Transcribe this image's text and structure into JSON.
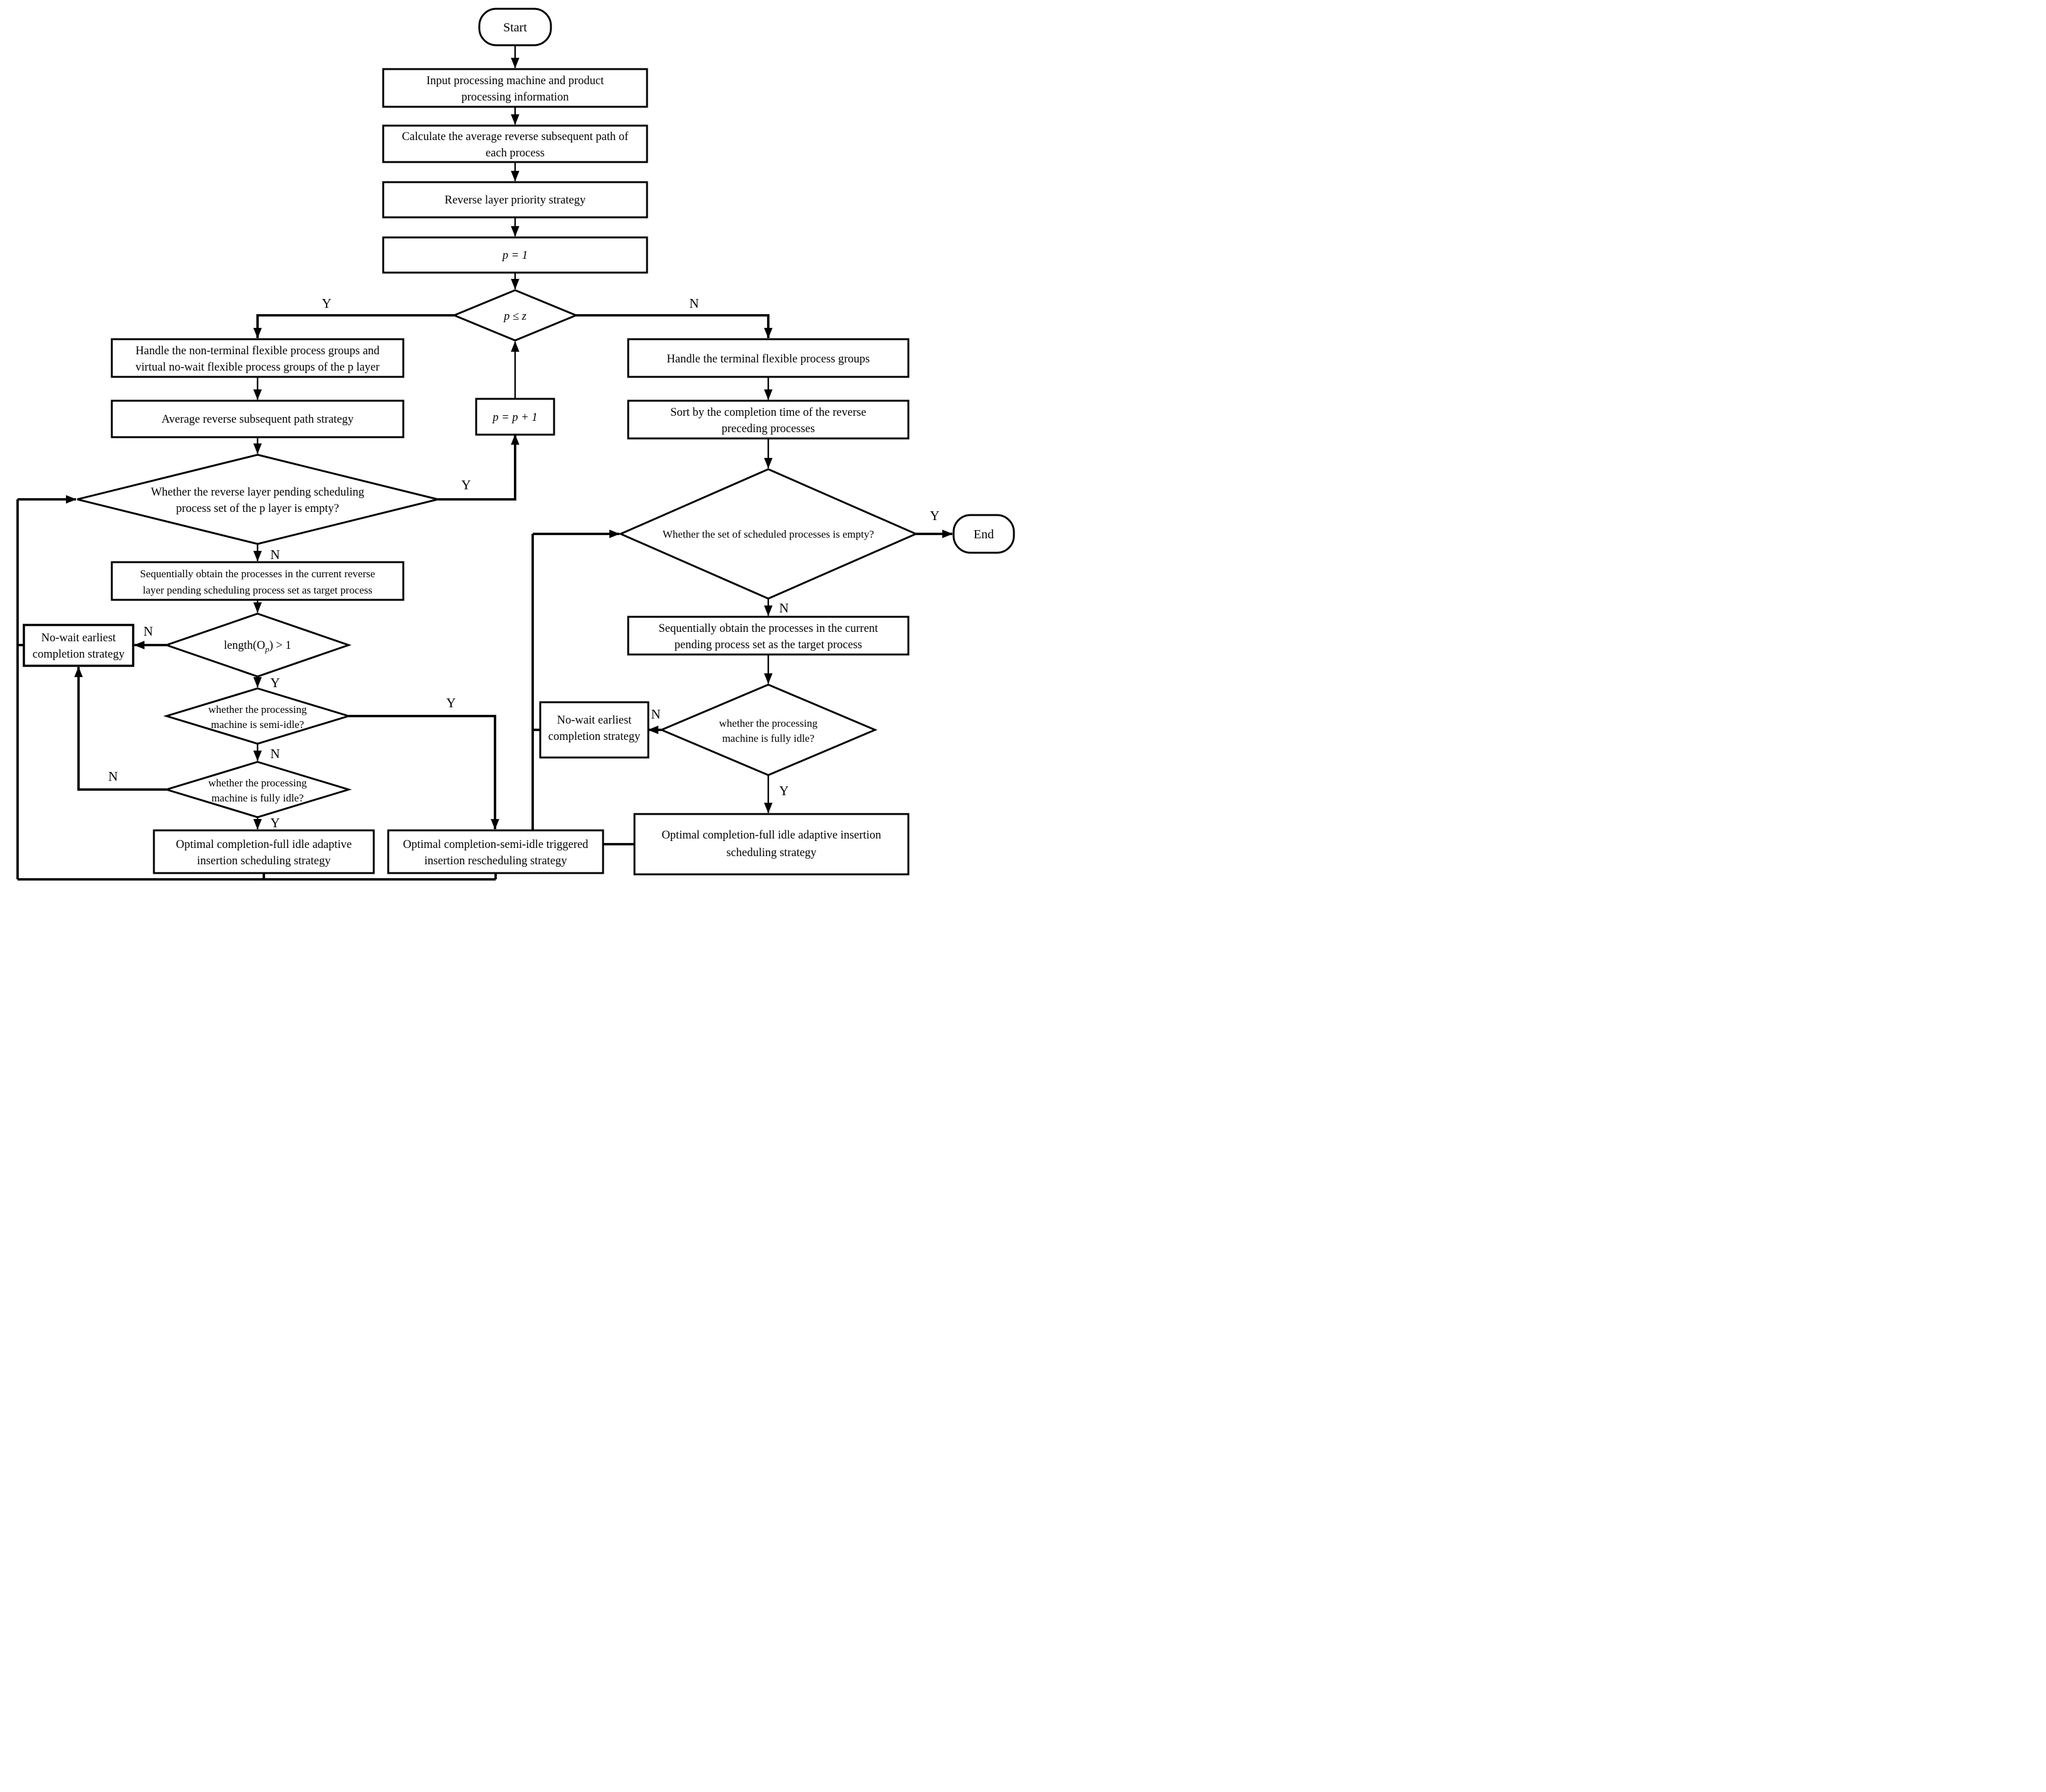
{
  "figure": {
    "type": "flowchart",
    "background_color": "#ffffff",
    "line_color": "#000000",
    "text_color": "#000000"
  },
  "nodes": {
    "start": {
      "type": "terminator",
      "label": "Start"
    },
    "input_info": {
      "type": "process",
      "lines": [
        "Input processing machine and product",
        "processing information"
      ]
    },
    "calc_path": {
      "type": "process",
      "lines": [
        "Calculate the average reverse subsequent path of",
        "each process"
      ]
    },
    "reverse_layer_priority": {
      "type": "process",
      "label": "Reverse layer priority strategy"
    },
    "p_init": {
      "type": "process",
      "label": "p = 1"
    },
    "p_le_z": {
      "type": "decision",
      "label": "p ≤ z"
    },
    "handle_nonterminal": {
      "type": "process",
      "lines": [
        "Handle the non-terminal flexible process groups and",
        "virtual no-wait flexible process groups of the p layer"
      ]
    },
    "avg_reverse_path": {
      "type": "process",
      "label": "Average reverse subsequent path strategy"
    },
    "pending_empty": {
      "type": "decision",
      "lines": [
        "Whether the reverse layer pending scheduling",
        "process set of the p layer is empty?"
      ]
    },
    "p_increment": {
      "type": "process",
      "label": "p = p + 1"
    },
    "obtain_reverse": {
      "type": "process",
      "lines": [
        "Sequentially obtain the processes in the current reverse",
        "layer pending scheduling process set as target process"
      ]
    },
    "length_gt1": {
      "type": "decision",
      "prefix": "length(O",
      "sub": "p",
      "suffix": ") > 1"
    },
    "nowait_left": {
      "type": "process",
      "lines": [
        "No-wait earliest",
        "completion strategy"
      ]
    },
    "semi_idle": {
      "type": "decision",
      "lines": [
        "whether the processing",
        "machine is semi-idle?"
      ]
    },
    "fully_idle_left": {
      "type": "decision",
      "lines": [
        "whether the processing",
        "machine is fully idle?"
      ]
    },
    "optimal_full_left": {
      "type": "process",
      "lines": [
        "Optimal completion-full idle adaptive",
        "insertion scheduling strategy"
      ]
    },
    "optimal_semi": {
      "type": "process",
      "lines": [
        "Optimal completion-semi-idle triggered",
        "insertion rescheduling strategy"
      ]
    },
    "handle_terminal": {
      "type": "process",
      "label": "Handle the terminal flexible process groups"
    },
    "sort_completion": {
      "type": "process",
      "lines": [
        "Sort by the completion time of the reverse",
        "preceding processes"
      ]
    },
    "scheduled_empty": {
      "type": "decision",
      "label": "Whether the set of scheduled processes is empty?"
    },
    "end": {
      "type": "terminator",
      "label": "End"
    },
    "obtain_pending": {
      "type": "process",
      "lines": [
        "Sequentially obtain the processes in the current",
        "pending process set as the target process"
      ]
    },
    "fully_idle_right": {
      "type": "decision",
      "lines": [
        "whether the processing",
        "machine is fully idle?"
      ]
    },
    "nowait_right": {
      "type": "process",
      "lines": [
        "No-wait earliest",
        "completion strategy"
      ]
    },
    "optimal_full_right": {
      "type": "process",
      "lines": [
        "Optimal completion-full idle adaptive insertion",
        "scheduling strategy"
      ]
    }
  },
  "branch_labels": {
    "p_le_z_yes": "Y",
    "p_le_z_no": "N",
    "pending_empty_yes": "Y",
    "pending_empty_no": "N",
    "length_gt1_no": "N",
    "length_gt1_yes": "Y",
    "semi_idle_yes": "Y",
    "semi_idle_no": "N",
    "fully_idle_left_no": "N",
    "fully_idle_left_yes": "Y",
    "scheduled_empty_yes": "Y",
    "scheduled_empty_no": "N",
    "fully_idle_right_no": "N",
    "fully_idle_right_yes": "Y"
  }
}
